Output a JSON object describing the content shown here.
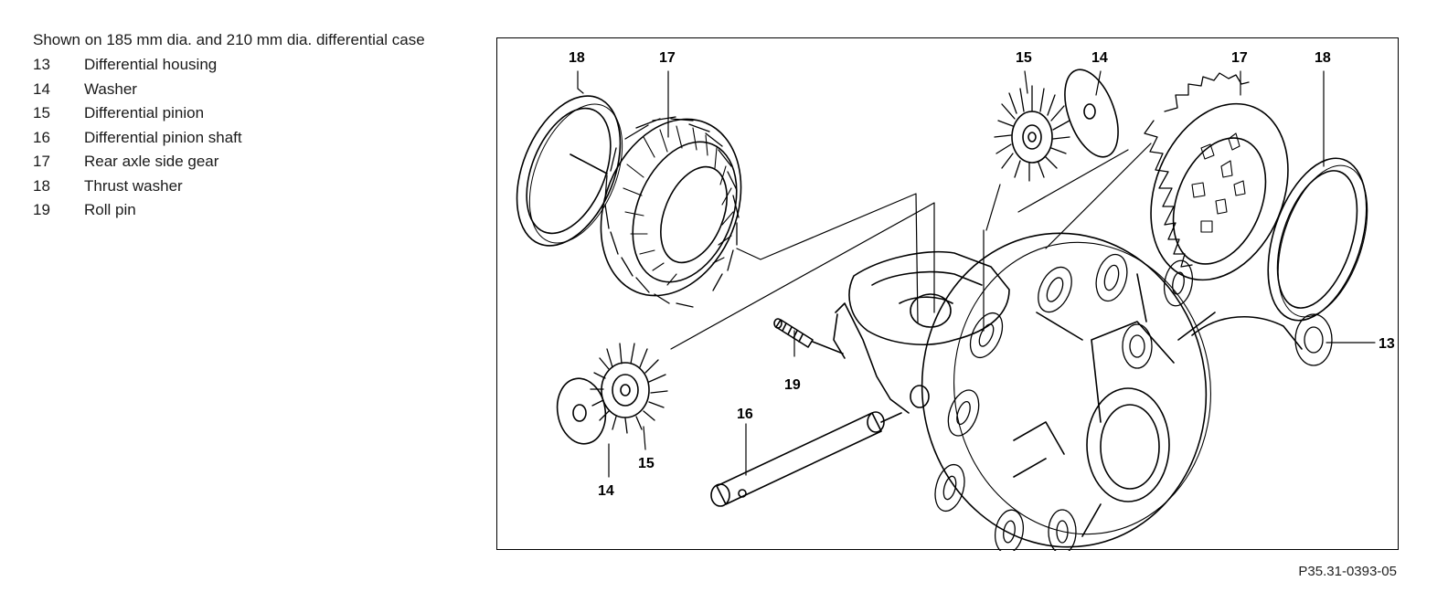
{
  "legend": {
    "title": "Shown on 185 mm dia. and 210 mm dia. differential case",
    "items": [
      {
        "num": "13",
        "label": "Differential housing"
      },
      {
        "num": "14",
        "label": "Washer"
      },
      {
        "num": "15",
        "label": "Differential pinion"
      },
      {
        "num": "16",
        "label": "Differential pinion shaft"
      },
      {
        "num": "17",
        "label": "Rear axle side gear"
      },
      {
        "num": "18",
        "label": "Thrust washer"
      },
      {
        "num": "19",
        "label": "Roll pin"
      }
    ]
  },
  "diagram": {
    "callouts": {
      "c18_left": "18",
      "c17_left": "17",
      "c15_top": "15",
      "c14_top": "14",
      "c17_right": "17",
      "c18_right": "18",
      "c13": "13",
      "c19": "19",
      "c16": "16",
      "c14_bottom": "14",
      "c15_bottom": "15"
    }
  },
  "figure_id": "P35.31-0393-05"
}
